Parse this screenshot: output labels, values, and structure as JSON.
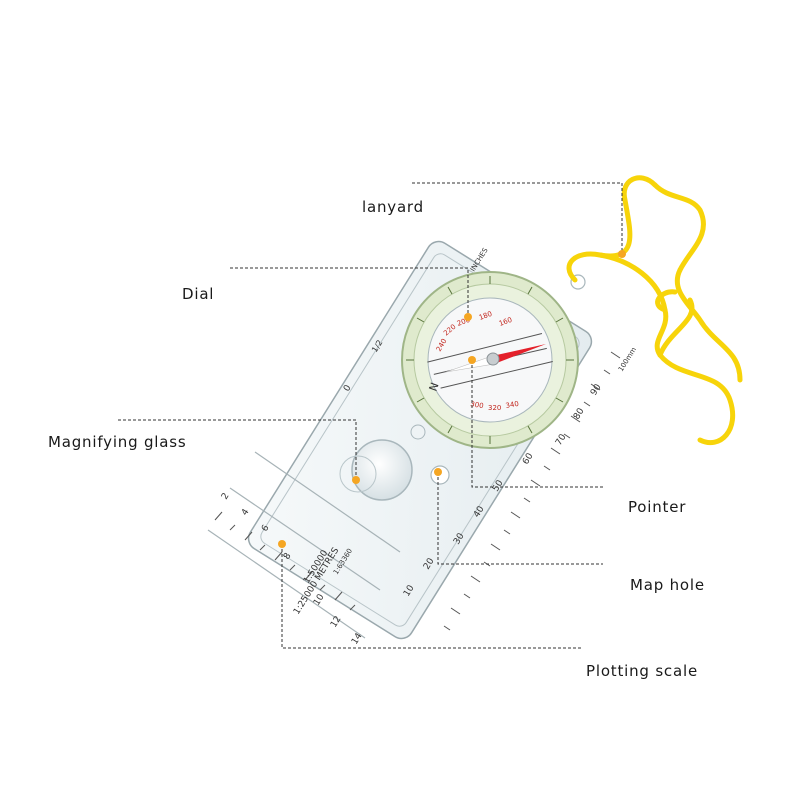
{
  "callouts": {
    "lanyard": "lanyard",
    "dial": "Dial",
    "magnifying_glass": "Magnifying glass",
    "pointer": "Pointer",
    "map_hole": "Map hole",
    "plotting_scale": "Plotting scale"
  },
  "compass": {
    "top_label": "INCHES",
    "corner_label": "100mm",
    "ruler_labels": [
      "10",
      "20",
      "30",
      "40",
      "50",
      "60",
      "70",
      "80",
      "90"
    ],
    "inch_labels": [
      "0",
      "1/2"
    ],
    "side_labels": [
      "2",
      "4",
      "6",
      "8",
      "10",
      "12",
      "14"
    ],
    "scale_texts": [
      "1:25000 METRES",
      "1:50000",
      "1:63360"
    ],
    "dial_numbers": [
      "160",
      "180",
      "200",
      "220",
      "240",
      "300",
      "320",
      "340"
    ],
    "north": "N"
  },
  "colors": {
    "callout_dot": "#f5a623",
    "lanyard": "#f7d40a",
    "needle": "#e4202a",
    "dial_ring": "#c9dcb0",
    "plate": "#eef3f5"
  }
}
